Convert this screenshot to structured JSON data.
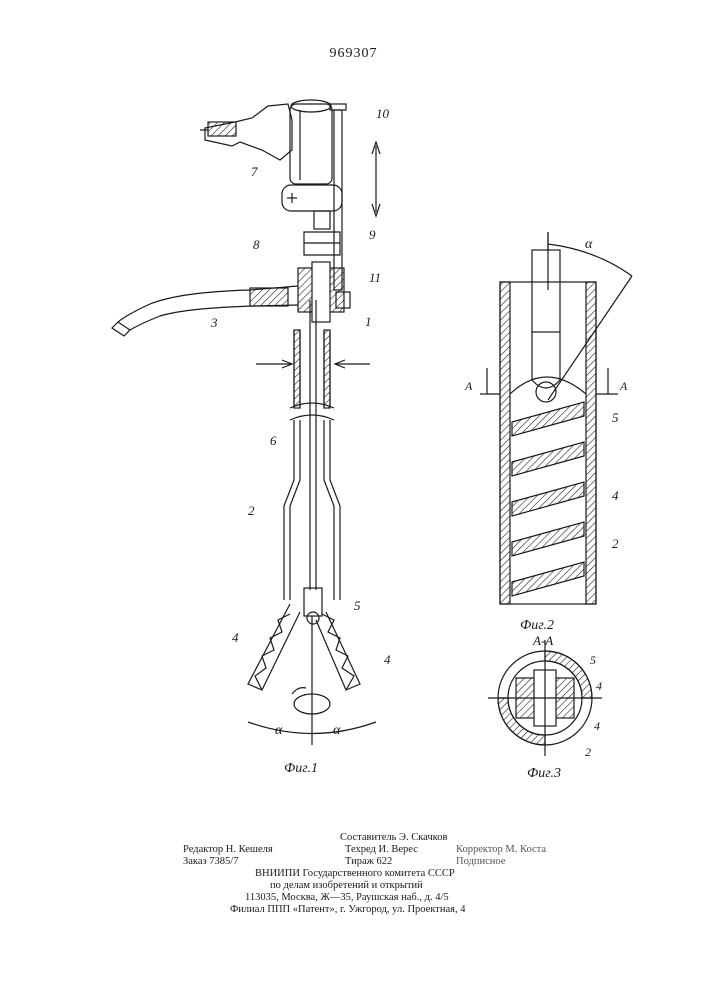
{
  "patent_number": "969307",
  "labels": {
    "n1": "1",
    "n2": "2",
    "n3": "3",
    "n4": "4",
    "n5": "5",
    "n6": "6",
    "n7": "7",
    "n8": "8",
    "n9": "9",
    "n10": "10",
    "n11": "11",
    "alpha": "α",
    "section_mark": "А",
    "plus": "+"
  },
  "figures": {
    "fig1": "Фиг.1",
    "fig2": "Фиг.2",
    "fig3": "Фиг.3",
    "section_title": "А-А"
  },
  "imprint": {
    "composer": "Составитель Э. Скачков",
    "editor": "Редактор Н. Кешеля",
    "techred": "Техред И. Верес",
    "corrector": "Корректор М. Коста",
    "order": "Заказ 7385/7",
    "circulation": "Тираж 622",
    "subscription": "Подписное",
    "org_line1": "ВНИИПИ Государственного комитета СССР",
    "org_line2": "по делам изобретений и открытий",
    "address": "113035, Москва, Ж—35, Раушская наб., д. 4/5",
    "branch": "Филиал ППП «Патент», г. Ужгород, ул. Проектная, 4"
  }
}
